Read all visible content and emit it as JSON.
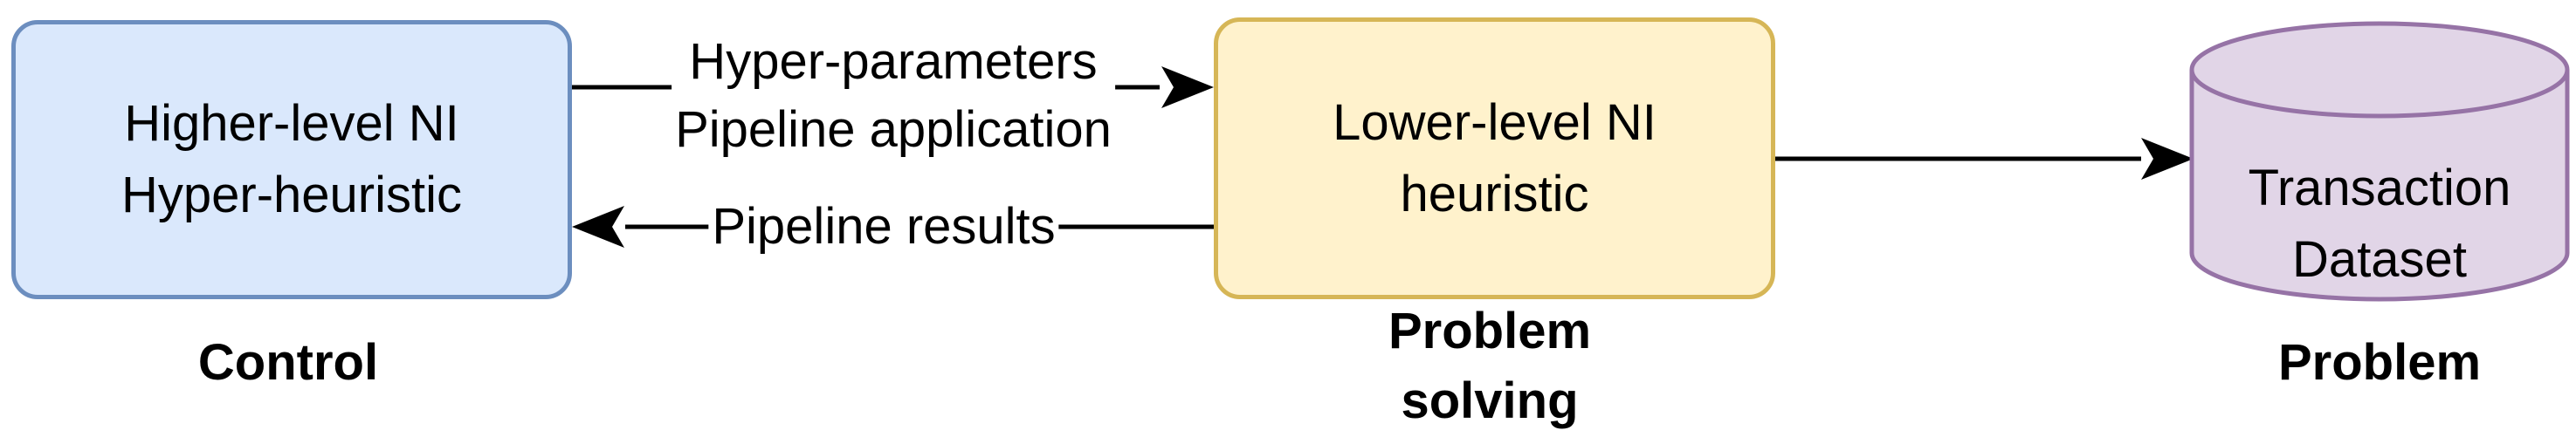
{
  "nodes": {
    "hyper": {
      "lines": [
        "Higher-level NI",
        "Hyper-heuristic"
      ],
      "fill": "#dae8fc",
      "stroke": "#6c8ebf"
    },
    "lower": {
      "lines": [
        "Lower-level NI",
        "heuristic"
      ],
      "fill": "#fff2cc",
      "stroke": "#d6b656"
    },
    "dataset": {
      "lines": [
        "Transaction",
        "Dataset"
      ],
      "shape": "cylinder",
      "fill": "#e1d5e7",
      "stroke": "#9673a6"
    }
  },
  "edges": {
    "forward": {
      "lines": [
        "Hyper-parameters",
        "Pipeline application"
      ]
    },
    "back": {
      "label": "Pipeline results"
    }
  },
  "captions": {
    "control": "Control",
    "solving": [
      "Problem",
      "solving"
    ],
    "problem": "Problem"
  }
}
